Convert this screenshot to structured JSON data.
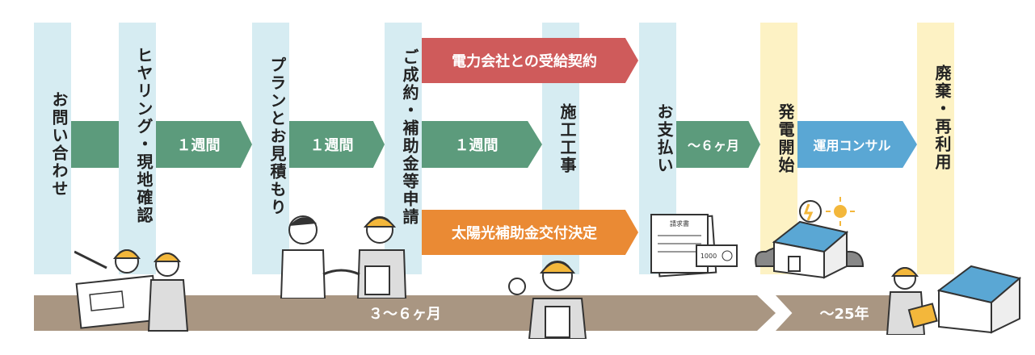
{
  "steps": {
    "inquiry": "お問い合わせ",
    "hearing": "ヒヤリング・現地確認",
    "plan": "プランとお見積もり",
    "contract": "ご成約・補助金等申請",
    "construction": "施工工事",
    "payment": "お支払い",
    "power_start": "発電開始",
    "disposal": "廃棄・再利用"
  },
  "arrows": {
    "week1": "１週間",
    "week2": "１週間",
    "week3": "１週間",
    "power_contract": "電力会社との受給契約",
    "subsidy_decision": "太陽光補助金交付決定",
    "to_6_months": "～６ヶ月",
    "operation": "運用コンサル"
  },
  "timeline": {
    "phase1": "３～６ヶ月",
    "phase2": "～25年"
  },
  "colors": {
    "step_column": "#d6ecf2",
    "final_column": "#fdf2c4",
    "green_arrow": "#5c9b7c",
    "red_arrow": "#cf5b5b",
    "orange_arrow": "#ea8a34",
    "blue_arrow": "#5aa7d4",
    "timeline": "#a99682"
  },
  "illustrations": {
    "invoice_label": "請求書",
    "bill_label": "1000"
  }
}
